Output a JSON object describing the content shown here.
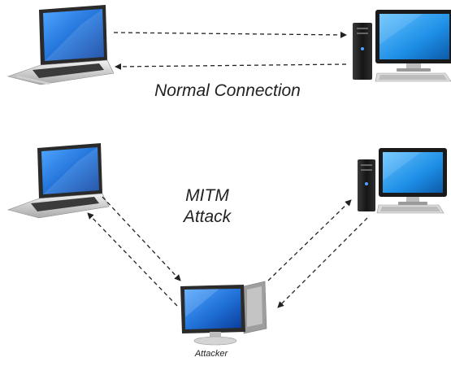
{
  "labels": {
    "normal": "Normal Connection",
    "mitm_line1": "MITM",
    "mitm_line2": "Attack",
    "attacker": "Attacker"
  },
  "icons": {
    "top_laptop": "laptop-icon",
    "top_desktop": "desktop-computer-icon",
    "bottom_laptop": "laptop-icon",
    "bottom_desktop": "desktop-computer-icon",
    "attacker": "attacker-computer-icon"
  },
  "colors": {
    "screen_blue": "#1f6fd6",
    "arrow": "#222222",
    "label_text": "#222222"
  }
}
